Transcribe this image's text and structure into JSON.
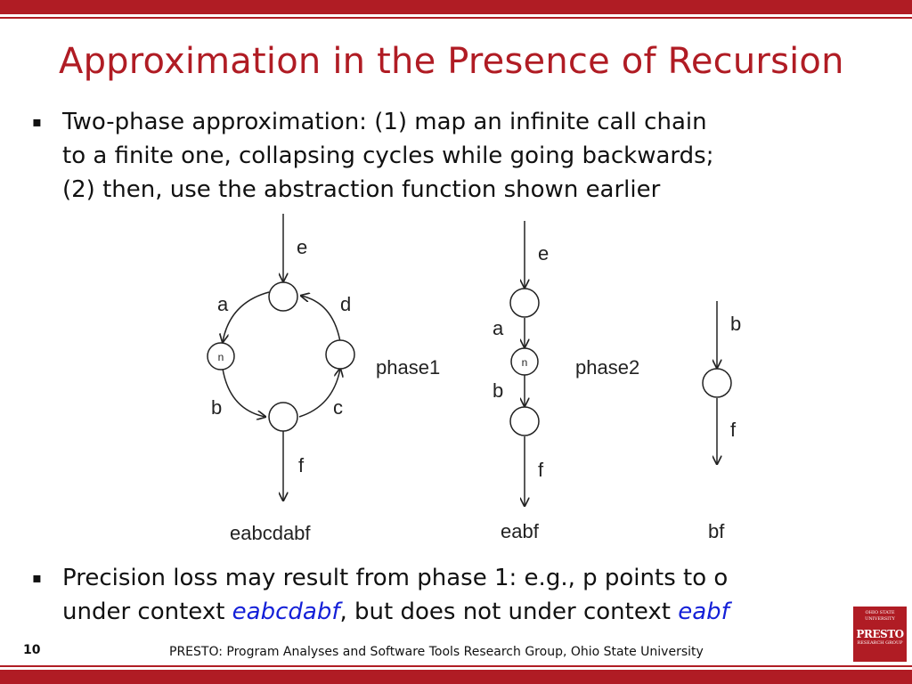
{
  "slide": {
    "title": "Approximation in the Presence of Recursion",
    "bullets": [
      {
        "lines": [
          "Two-phase approximation: (1) map an infinite call chain",
          "to a finite one, collapsing cycles while going backwards;",
          "(2) then, use the abstraction function shown earlier"
        ]
      },
      {
        "line1": "Precision loss may result from phase 1: e.g., p points to o",
        "line2_prefix": "under context ",
        "context1": "eabcdabf",
        "line2_mid": ", but does not under context ",
        "context2": "eabf"
      }
    ],
    "page_number": "10",
    "footer": "PRESTO: Program Analyses and Software Tools Research Group, Ohio State University",
    "logo": {
      "top": "OHIO STATE UNIVERSITY",
      "name": "PRESTO",
      "bottom": "RESEARCH GROUP"
    },
    "colors": {
      "accent": "#b01c24",
      "context": "#1420d8"
    }
  },
  "diagram": {
    "graph1": {
      "edges": [
        "e",
        "a",
        "d",
        "b",
        "c",
        "f"
      ],
      "node_label": "n",
      "chain": "eabcdabf"
    },
    "phase1_label": "phase1",
    "graph2": {
      "edges": [
        "e",
        "a",
        "b",
        "f"
      ],
      "node_label": "n",
      "chain": "eabf"
    },
    "phase2_label": "phase2",
    "graph3": {
      "edges": [
        "b",
        "f"
      ],
      "chain": "bf"
    }
  }
}
